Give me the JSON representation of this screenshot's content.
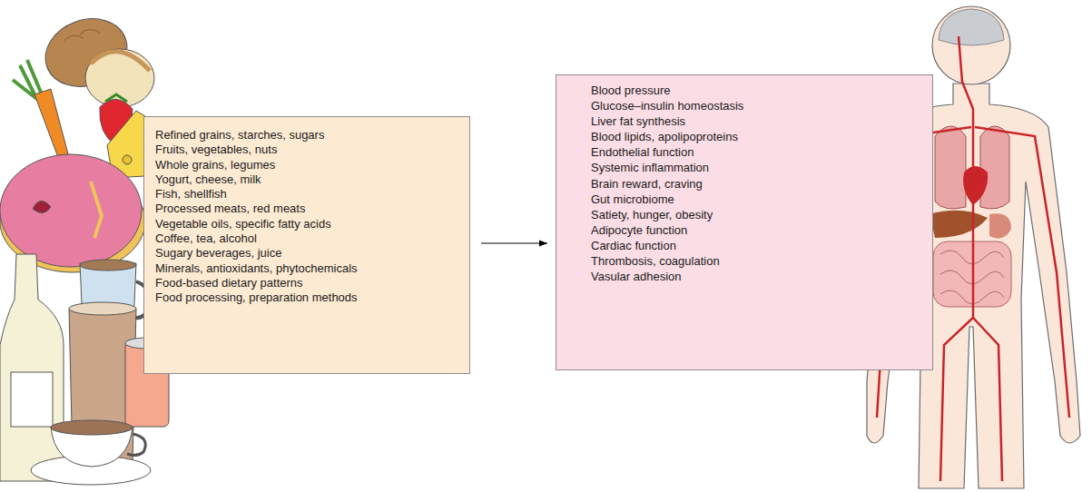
{
  "diagram": {
    "nodes": [
      {
        "text": [
          "Refined grains, starches, sugars",
          "Fruits, vegetables, nuts",
          "Whole grains, legumes",
          "Yogurt, cheese, milk",
          "Fish, shellfish",
          "Processed meats, red meats",
          "Vegetable oils, specific fatty acids",
          "Coffee, tea, alcohol",
          "Sugary beverages, juice",
          "Minerals, antioxidants, phytochemicals",
          "Food-based dietary patterns",
          "Food processing, preparation methods"
        ]
      },
      {
        "text": [
          "Blood pressure",
          "Glucose–insulin homeostasis",
          "Liver fat synthesis",
          "Blood lipids, apolipoproteins",
          "Endothelial function",
          "Systemic inflammation",
          "Brain reward, craving",
          "Gut microbiome",
          "Satiety, hunger, obesity",
          "Adipocyte function",
          "Cardiac function",
          "Thrombosis, coagulation",
          "Vasular adhesion"
        ]
      }
    ],
    "edges": [
      {
        "from": 0,
        "to": 1,
        "arrow": "to"
      }
    ]
  }
}
